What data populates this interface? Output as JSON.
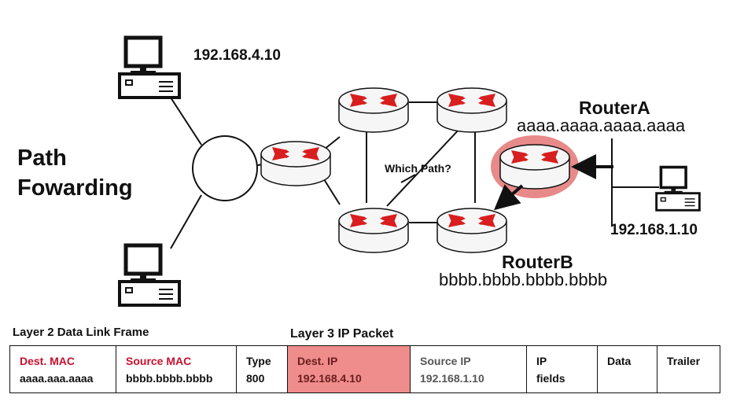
{
  "diagram": {
    "title_lines": [
      "Path",
      "Fowarding"
    ],
    "host_top_ip": "192.168.4.10",
    "host_right_ip": "192.168.1.10",
    "router_a": {
      "name": "RouterA",
      "mac": "aaaa.aaaa.aaaa.aaaa"
    },
    "router_b": {
      "name": "RouterB",
      "mac": "bbbb.bbbb.bbbb.bbbb"
    },
    "which_path": "Which Path?",
    "colors": {
      "router_arrows": "#d81e1e",
      "highlight": "#e88a8a",
      "line": "#111111"
    }
  },
  "frame": {
    "layer2_label": "Layer 2 Data Link Frame",
    "layer3_label": "Layer 3 IP Packet",
    "fields": [
      {
        "header": "Dest. MAC",
        "value": "aaaa.aaa.aaaa"
      },
      {
        "header": "Source MAC",
        "value": "bbbb.bbbb.bbbb"
      },
      {
        "header": "Type",
        "value": "800"
      },
      {
        "header": "Dest. IP",
        "value": "192.168.4.10"
      },
      {
        "header": "Source IP",
        "value": "192.168.1.10"
      },
      {
        "header": "IP",
        "value": "fields"
      },
      {
        "header": "Data",
        "value": ""
      },
      {
        "header": "Trailer",
        "value": ""
      }
    ],
    "colors": {
      "mac_header": "#c8102e",
      "dest_ip_fill": "#ef8c8c"
    }
  }
}
